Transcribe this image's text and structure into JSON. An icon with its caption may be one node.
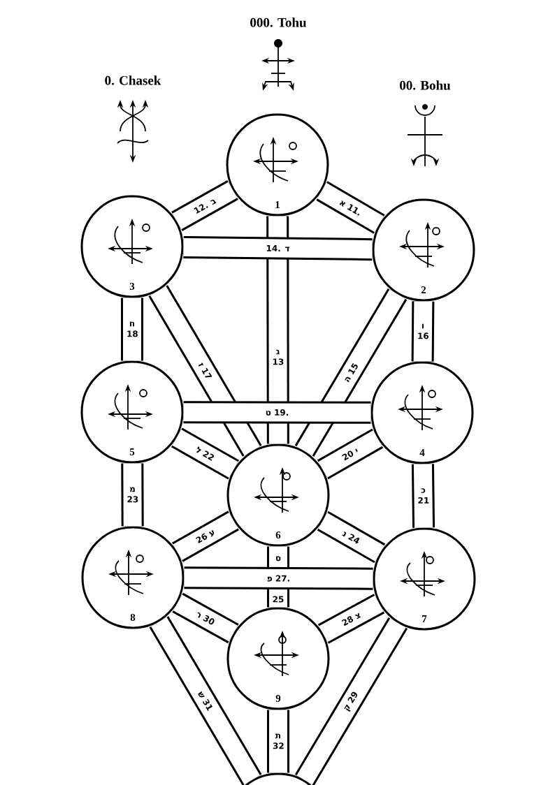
{
  "diagram": {
    "nodes": [
      {
        "text": [
          "1"
        ]
      },
      {
        "text": [
          "3"
        ]
      },
      {
        "text": [
          "2"
        ]
      },
      {
        "text": [
          "5"
        ]
      },
      {
        "text": [
          "4"
        ]
      },
      {
        "text": [
          "6"
        ]
      },
      {
        "text": [
          "8"
        ]
      },
      {
        "text": [
          "7"
        ]
      },
      {
        "text": [
          "9"
        ]
      },
      {
        "text": [],
        "shape": "circle"
      }
    ],
    "edges": [
      {
        "from": 0,
        "to": 1,
        "arrow": "none",
        "label": "12. ב"
      },
      {
        "from": 0,
        "to": 2,
        "arrow": "none",
        "label": "א 11."
      },
      {
        "from": 0,
        "to": 5,
        "arrow": "none",
        "label": "ג 13"
      },
      {
        "from": 1,
        "to": 2,
        "arrow": "none",
        "label": "14. ד"
      },
      {
        "from": 1,
        "to": 3,
        "arrow": "none",
        "label": "ח 18"
      },
      {
        "from": 1,
        "to": 5,
        "arrow": "none",
        "label": "ז 17"
      },
      {
        "from": 2,
        "to": 5,
        "arrow": "none",
        "label": "ה 15"
      },
      {
        "from": 2,
        "to": 4,
        "arrow": "none",
        "label": "ו 16"
      },
      {
        "from": 3,
        "to": 4,
        "arrow": "none",
        "label": "ט 19."
      },
      {
        "from": 3,
        "to": 5,
        "arrow": "none",
        "label": "ל 22"
      },
      {
        "from": 4,
        "to": 5,
        "arrow": "none",
        "label": "20 י"
      },
      {
        "from": 3,
        "to": 6,
        "arrow": "none",
        "label": "מ 23"
      },
      {
        "from": 4,
        "to": 7,
        "arrow": "none",
        "label": "כ 21"
      },
      {
        "from": 5,
        "to": 6,
        "arrow": "none",
        "label": "26 ע"
      },
      {
        "from": 5,
        "to": 7,
        "arrow": "none",
        "label": "נ 24"
      },
      {
        "from": 5,
        "to": 8,
        "arrow": "none",
        "label": "ס"
      },
      {
        "from": 6,
        "to": 7,
        "arrow": "none",
        "label": "פ 27."
      },
      {
        "from": 6,
        "to": 8,
        "arrow": "none",
        "label": "ר 30"
      },
      {
        "from": 7,
        "to": 8,
        "arrow": "none",
        "label": "28 צ"
      },
      {
        "from": 6,
        "to": 9,
        "arrow": "none",
        "label": "ש 31"
      },
      {
        "from": 7,
        "to": 9,
        "arrow": "none",
        "label": "ק 29"
      },
      {
        "from": 8,
        "to": 9,
        "arrow": "none",
        "label": "ת 32"
      }
    ],
    "labels": [
      "000. Tohu",
      "0. Chasek",
      "00. Bohu",
      "25"
    ]
  }
}
